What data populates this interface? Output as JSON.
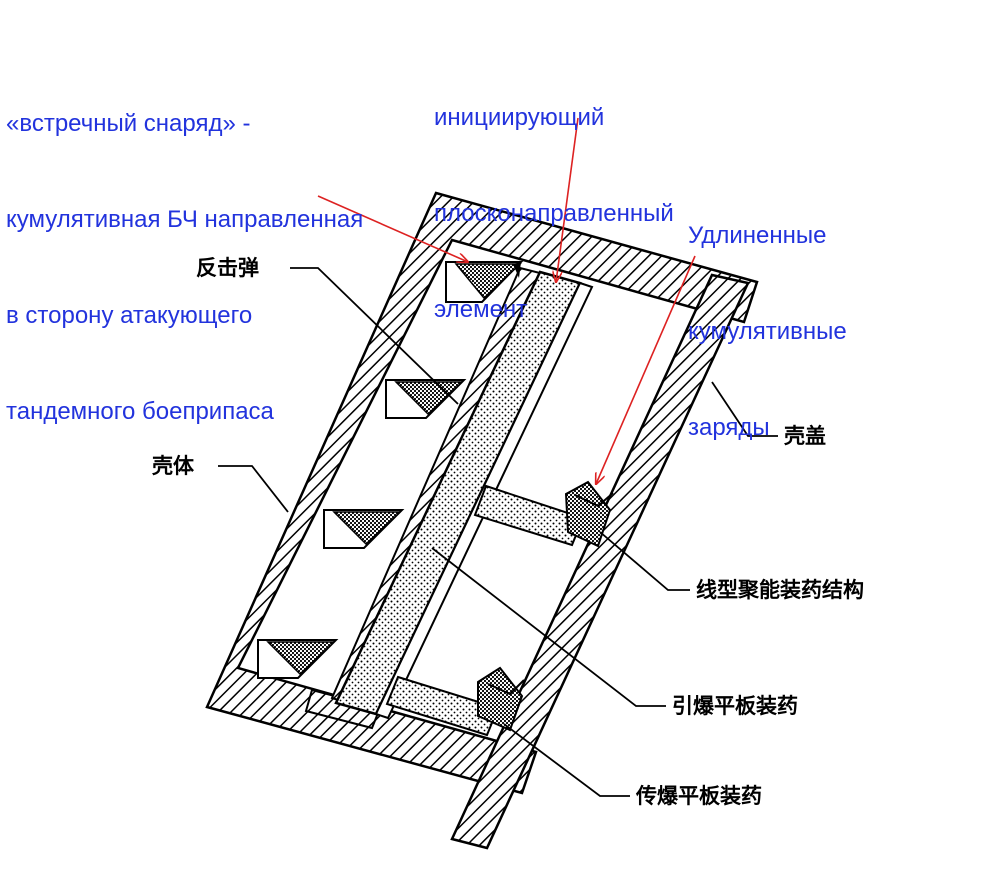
{
  "annotations_ru": {
    "counter_projectile": [
      "«встречный снаряд» -",
      "кумулятивная БЧ направленная",
      "в сторону атакующего",
      "тандемного боеприпаса"
    ],
    "initiating_element": [
      "инициирующий",
      "плосконаправленный",
      "элемент"
    ],
    "elongated_charges": [
      "Удлиненные",
      "кумулятивные",
      "заряды"
    ]
  },
  "labels_cn": {
    "counter_projectile": "反击弹",
    "housing": "壳体",
    "cover": "壳盖",
    "linear_shaped_charge": "线型聚能装药结构",
    "detonating_plate_charge": "引爆平板装药",
    "transfer_plate_charge": "传爆平板装药"
  },
  "colors": {
    "annotation_text": "#2233dd",
    "annotation_arrow": "#dd2222",
    "drawing": "#000000"
  }
}
